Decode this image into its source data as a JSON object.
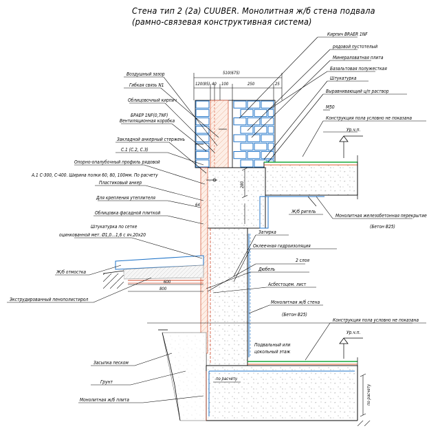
{
  "title": {
    "line1": "Стена тип 2 (2а) CUUBER. Монолитная ж/б стена подвала",
    "line2": "(рамно-связевая конструктивная система)"
  },
  "labels": {
    "brick": "Кирпич BRAER 1NF",
    "brick_hollow": "рядовой пустотелый",
    "mineral_slab": "Минераловатная плита",
    "air_gap": "Воздушный зазор",
    "basalt_mesh": "Базальтовая полужесткая",
    "plaster_top": "Штукатурка",
    "flex_tie": "Гибкая связь N1",
    "facing_brick": "Облицовочный кирпич",
    "level_mortar": "Выравнивающий ц/п раствор",
    "braer": "БРАЕР 1NF(0,7NF)",
    "m50": "М50",
    "vent_box": "Вентиляционная коробка",
    "floor_note_top": "Конструкция пола условно не показана",
    "anchor_rod": "Закладной анкерный стержень",
    "c1": "С.1 (С.2, С.3)",
    "support_profile": "Опорно-опалубочный профиль рядовой",
    "a1": "А.1 С-300, С-400. Ширина полки 60, 80, 100мм. По расчету",
    "plastic_anchor": "Пластиковый анкер",
    "insul_fix": "Для крепления утеплителя",
    "facade_tile": "Облицовка фасадной плиткой",
    "rc_crossbar": "Ж/б ригель",
    "monolithic_slab": "Монолитная железобетонная перекрытие",
    "concrete_b25_a": "(Бетон B25)",
    "mesh_plaster": "Штукатурка по сетке",
    "galv_mesh": "оцинкованной мет. Ø1,0...1,6 с яч.20х20",
    "sealant": "Затирка",
    "glued_waterproof": "Оклеечная гидроизоляция",
    "layers2": "2 слоя",
    "blind_area": "Ж/б отмостка",
    "dowel": "Дюбель",
    "xps": "Экструдированный пенополистирол",
    "asbestos": "Асбестоцем. лист",
    "monolithic_wall": "Монолитная ж/б стена",
    "concrete_b25_b": "(Бетон B25)",
    "floor_note_bottom": "Конструкция пола условно не показана",
    "basement1": "Подвальный или",
    "basement2": "цокольный этаж",
    "sand_fill": "Засыпка песком",
    "soil": "Грунт",
    "rc_slab": "Монолитная ж/б плита",
    "by_calc_bottom": "по расчету",
    "by_calc_vert": "по расчету",
    "lvl_top": "Ур.ч.п.",
    "lvl_bottom": "Ур.ч.п."
  },
  "dimensions": {
    "total": "510(675)",
    "d120": "120(85)",
    "d40": "40",
    "d100": "100",
    "d250": "250",
    "d25": "25",
    "h280": "280",
    "d64": "64",
    "d600": "600",
    "d800": "800"
  }
}
